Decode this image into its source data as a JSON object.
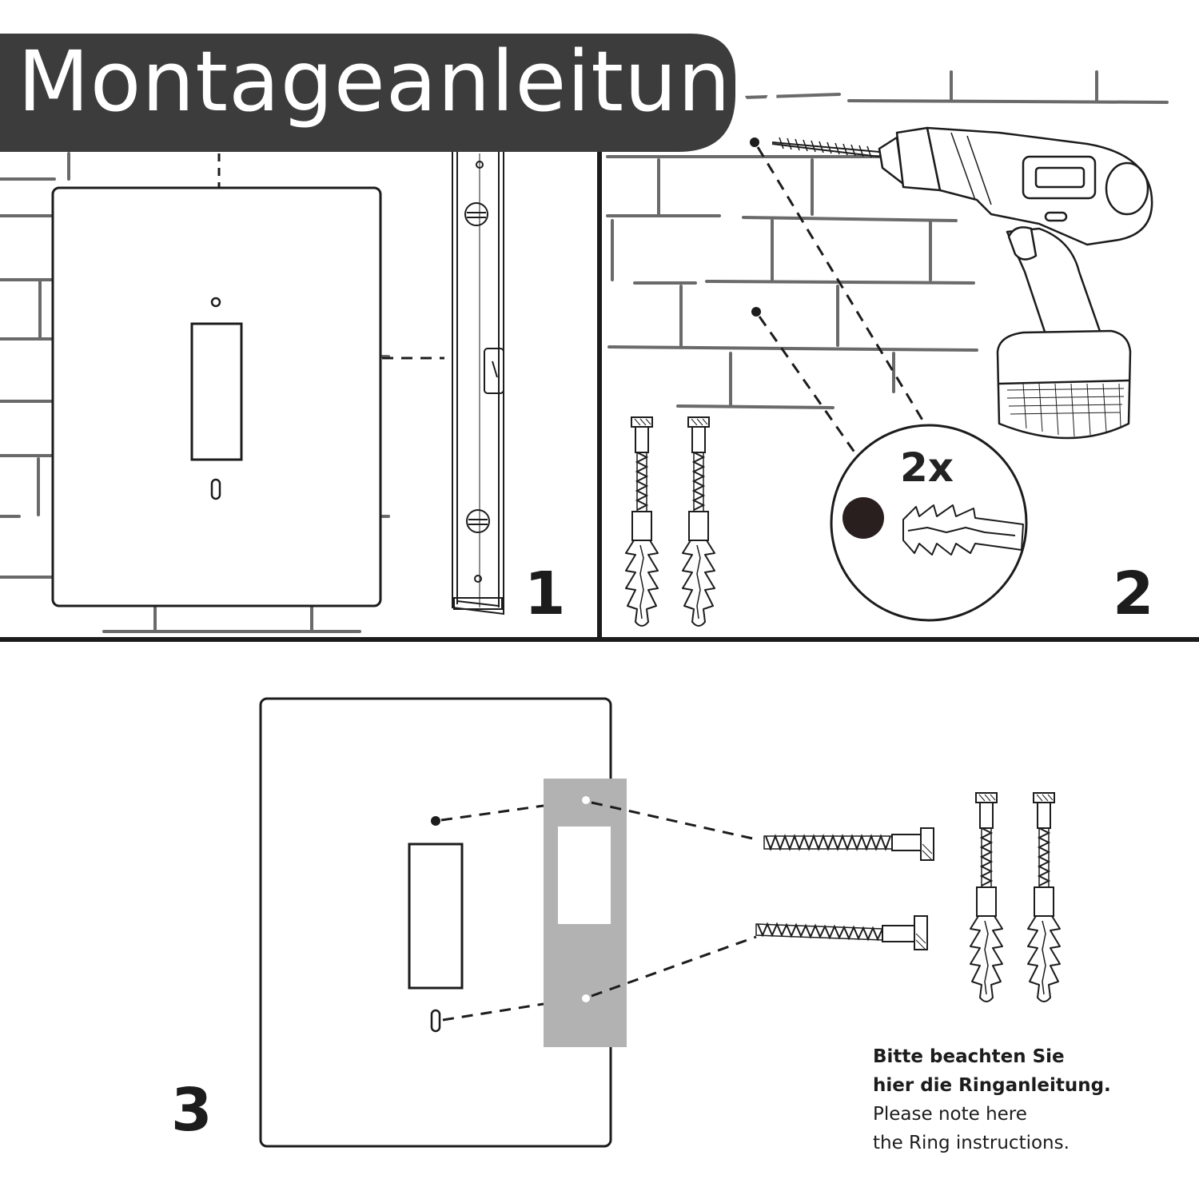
{
  "title": "Montageanleitung",
  "steps": [
    {
      "number": "1"
    },
    {
      "number": "2",
      "quantity": "2x"
    },
    {
      "number": "3"
    }
  ],
  "note": {
    "de_line1": "Bitte beachten Sie",
    "de_line2": "hier die Ringanleitung.",
    "en_line1": "Please note here",
    "en_line2": "the Ring instructions."
  },
  "colors": {
    "banner": "#3c3c3c",
    "ink": "#1c1c1c",
    "brick": "#6a6a6a",
    "plate": "#b2b2b2",
    "dowel_hole": "#2a1f1f"
  },
  "icons": [
    "switch-plate-icon",
    "spirit-level-icon",
    "drill-icon",
    "screw-dowel-icon",
    "dowel-icon",
    "mounting-plate-icon"
  ]
}
